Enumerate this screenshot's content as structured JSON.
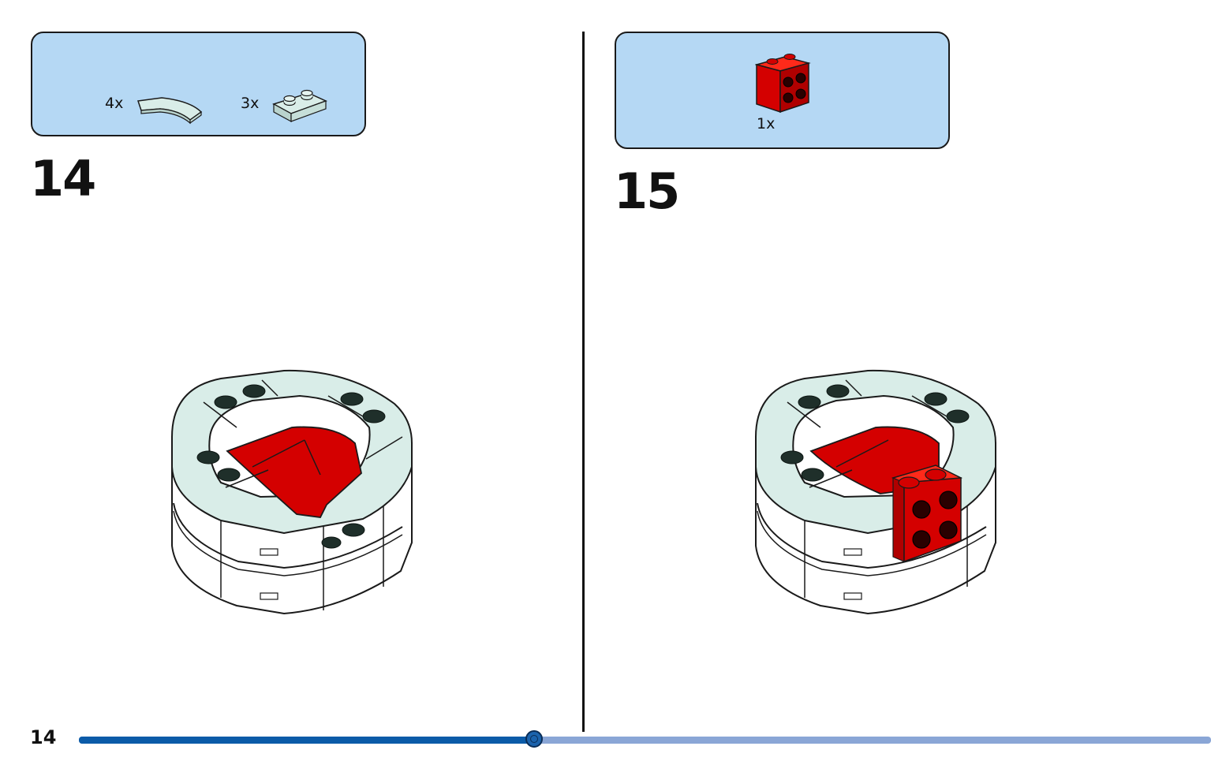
{
  "page": {
    "number": "14"
  },
  "progress": {
    "fraction": 0.402
  },
  "steps": [
    {
      "number": "14",
      "parts": [
        {
          "icon": "curved-tile-icon",
          "color": "#d9ede8",
          "quantity": "4x"
        },
        {
          "icon": "plate-1x2-icon",
          "color": "#d9ede8",
          "quantity": "3x"
        }
      ],
      "model_icon": "round-base-build-icon"
    },
    {
      "number": "15",
      "parts": [
        {
          "icon": "red-brick-studs-icon",
          "color": "#d40000",
          "quantity": "1x"
        }
      ],
      "model_icon": "round-base-with-red-brick-icon"
    }
  ],
  "colors": {
    "parts_box": "#b5d8f4",
    "red_brick": "#d40000",
    "light_aqua": "#d9ede8",
    "progress_done": "#0b5ba8",
    "progress_todo": "#8aa6d6"
  }
}
